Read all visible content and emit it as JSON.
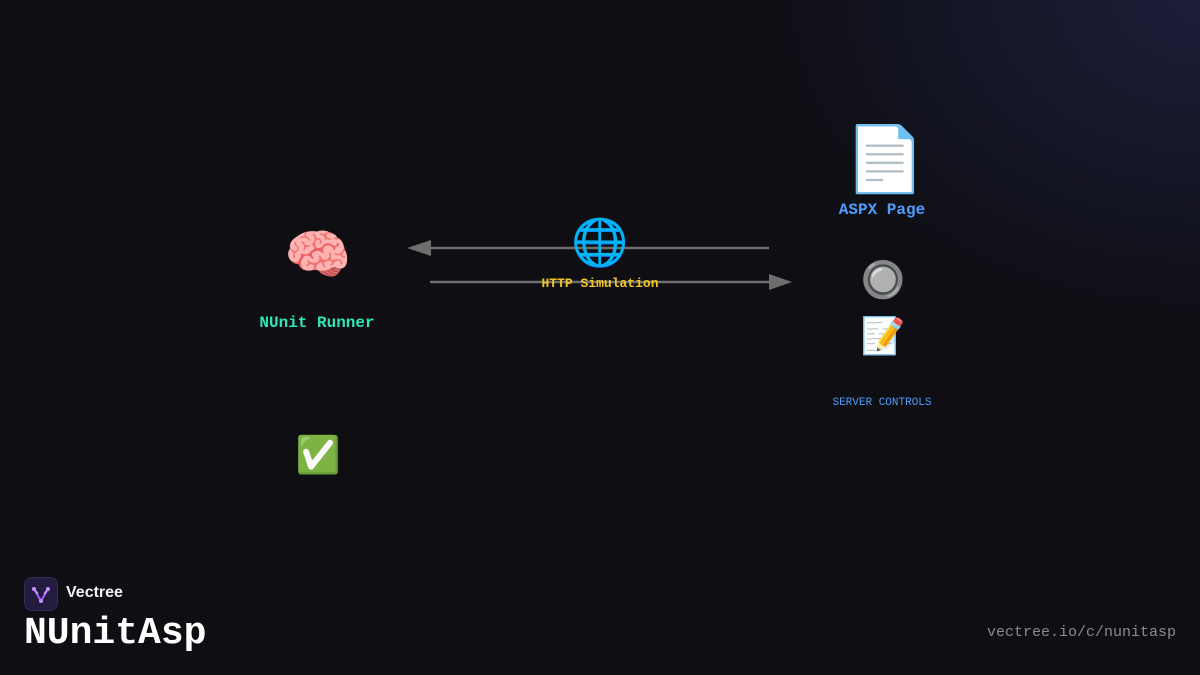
{
  "diagram": {
    "nodes": {
      "runner": {
        "icon": "brain-icon",
        "glyph": "🧠",
        "label": "NUnit Runner",
        "color": "#2ee6b6"
      },
      "http": {
        "icon": "globe-icon",
        "glyph": "🌐",
        "label": "HTTP Simulation",
        "color": "#f3c623"
      },
      "aspx": {
        "icon": "page-icon",
        "glyph": "📄",
        "label": "ASPX Page",
        "color": "#4f9dff"
      },
      "radio": {
        "icon": "radio-button-icon",
        "glyph": "🔘"
      },
      "memo": {
        "icon": "memo-icon",
        "glyph": "📝"
      },
      "controls": {
        "label": "SERVER CONTROLS",
        "color": "#4f9dff"
      },
      "check": {
        "icon": "check-mark-icon",
        "glyph": "✅"
      }
    },
    "edges": [
      {
        "from": "aspx",
        "to": "runner",
        "direction": "left"
      },
      {
        "from": "runner",
        "to": "aspx",
        "direction": "right"
      }
    ],
    "arrow_color": "#6e6e6e"
  },
  "branding": {
    "brand_name": "Vectree",
    "product_title": "NUnitAsp",
    "url": "vectree.io/c/nunitasp",
    "badge_color": "#241c3e",
    "logo_color": "#a55cff"
  }
}
